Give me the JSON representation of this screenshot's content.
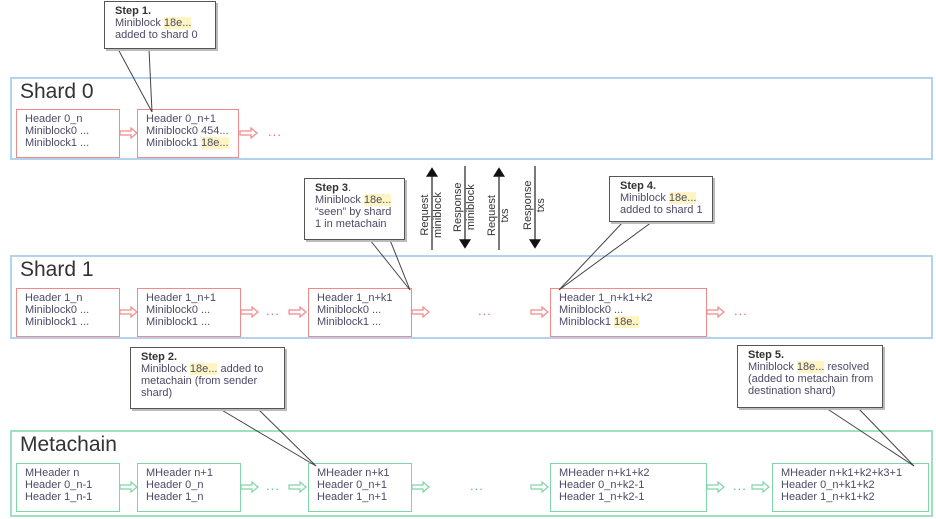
{
  "lanes": {
    "shard0": {
      "title": "Shard 0",
      "blocks": [
        {
          "lines": [
            "Header 0_n",
            "Miniblock0 ...",
            "Miniblock1 ..."
          ]
        },
        {
          "lines": [
            "Header 0_n+1",
            "Miniblock0 454...",
            "Miniblock1 "
          ],
          "highlight": "18e..."
        }
      ],
      "ellipsis": "..."
    },
    "shard1": {
      "title": "Shard 1",
      "blocks": [
        {
          "lines": [
            "Header 1_n",
            "Miniblock0 ...",
            "Miniblock1 ..."
          ]
        },
        {
          "lines": [
            "Header 1_n+1",
            "Miniblock0 ...",
            "Miniblock1 ..."
          ]
        },
        {
          "lines": [
            "Header 1_n+k1",
            "Miniblock0 ...",
            "Miniblock1 ..."
          ]
        },
        {
          "lines": [
            "Header 1_n+k1+k2",
            "Miniblock0 ...",
            "Miniblock1 "
          ],
          "highlight": "18e.."
        }
      ],
      "ellipsis": "..."
    },
    "metachain": {
      "title": "Metachain",
      "blocks": [
        {
          "lines": [
            "MHeader n",
            "Header 0_n-1",
            "Header 1_n-1"
          ]
        },
        {
          "lines": [
            "MHeader n+1",
            "Header 0_n",
            "Header 1_n"
          ]
        },
        {
          "lines": [
            "MHeader n+k1",
            "Header 0_n+1",
            "Header 1_n+1"
          ]
        },
        {
          "lines": [
            "MHeader n+k1+k2",
            "Header 0_n+k2-1",
            "Header 1_n+k2-1"
          ]
        },
        {
          "lines": [
            "MHeader n+k1+k2+k3+1",
            "Header 0_n+k1+k2",
            "Header 1_n+k1+k2"
          ]
        }
      ],
      "ellipsis": "..."
    }
  },
  "callouts": {
    "step1": {
      "title": "Step 1.",
      "pre": "Miniblock ",
      "hl": "18e...",
      "post": "",
      "rest": [
        "added to shard 0"
      ]
    },
    "step2": {
      "title": "Step 2.",
      "pre": "Miniblock ",
      "hl": "18e...",
      "post": " added to",
      "rest": [
        "metachain (from sender",
        "shard)"
      ]
    },
    "step3": {
      "title": "Step 3",
      "title_suffix": ".",
      "pre": "Miniblock ",
      "hl": "18e...",
      "post": "",
      "rest": [
        "“seen” by shard",
        "1 in metachain"
      ]
    },
    "step4": {
      "title": "Step 4.",
      "pre": "Miniblock ",
      "hl": "18e...",
      "post": "",
      "rest": [
        "added to shard 1"
      ]
    },
    "step5": {
      "title": "Step 5.",
      "pre": "Miniblock ",
      "hl": "18e...",
      "post": " resolved",
      "rest": [
        "(added to metachain from",
        "destination shard)"
      ]
    }
  },
  "messages": [
    {
      "label1": "Request",
      "label2": "miniblock",
      "direction": "up"
    },
    {
      "label1": "Response",
      "label2": "miniblock",
      "direction": "down"
    },
    {
      "label1": "Request",
      "label2": "txs",
      "direction": "up"
    },
    {
      "label1": "Response",
      "label2": "txs",
      "direction": "down"
    }
  ],
  "colors": {
    "shard_border": "#b3d3ec",
    "meta_border": "#9fe0c0",
    "shard_block": "#f08a8a",
    "meta_block": "#7fd4a8",
    "highlight": "#fff5c2"
  }
}
